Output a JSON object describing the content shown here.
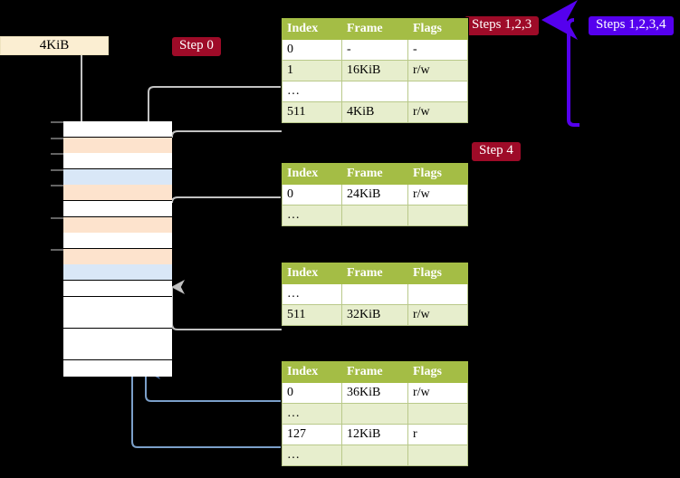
{
  "labels": {
    "size_box": "4KiB",
    "step0": "Step 0",
    "step4": "Step 4",
    "steps123": "Steps 1,2,3",
    "steps1234": "Steps 1,2,3,4"
  },
  "colors": {
    "header_green": "#a4bd45",
    "row_alt_green": "#e7eecd",
    "highlight_yellow": "#ffffac",
    "tag_red": "#9e0b28",
    "tag_blue": "#5500ee",
    "mem_peach": "#fde3cd",
    "mem_blue": "#d9e7f7",
    "size_box_cream": "#fbeed2",
    "gray_connector": "#cccccc",
    "blue_connector": "#7b9fc9"
  },
  "tables": [
    {
      "name": "pml4-table",
      "headers": [
        "Index",
        "Frame",
        "Flags"
      ],
      "rows": [
        {
          "style": "plain",
          "cells": [
            "0",
            "-",
            "-"
          ]
        },
        {
          "style": "alt",
          "cells": [
            "1",
            "16KiB",
            "r/w"
          ]
        },
        {
          "style": "plain",
          "cells": [
            "…",
            "",
            ""
          ]
        },
        {
          "style": "alt",
          "highlight": true,
          "cells": [
            "511",
            "4KiB",
            "r/w"
          ]
        }
      ]
    },
    {
      "name": "pdp-table",
      "headers": [
        "Index",
        "Frame",
        "Flags"
      ],
      "rows": [
        {
          "style": "plain",
          "cells": [
            "0",
            "24KiB",
            "r/w"
          ]
        },
        {
          "style": "alt",
          "cells": [
            "…",
            "",
            ""
          ]
        }
      ]
    },
    {
      "name": "pd-table",
      "headers": [
        "Index",
        "Frame",
        "Flags"
      ],
      "rows": [
        {
          "style": "plain",
          "cells": [
            "…",
            "",
            ""
          ]
        },
        {
          "style": "alt",
          "cells": [
            "511",
            "32KiB",
            "r/w"
          ]
        }
      ]
    },
    {
      "name": "pt-table",
      "headers": [
        "Index",
        "Frame",
        "Flags"
      ],
      "rows": [
        {
          "style": "plain",
          "cells": [
            "0",
            "36KiB",
            "r/w"
          ]
        },
        {
          "style": "alt",
          "cells": [
            "…",
            "",
            ""
          ]
        },
        {
          "style": "plain",
          "cells": [
            "127",
            "12KiB",
            "r"
          ]
        },
        {
          "style": "alt",
          "cells": [
            "…",
            "",
            ""
          ]
        }
      ]
    }
  ],
  "memory_column": {
    "name": "physical-memory-frames",
    "frames": [
      {
        "fill": "white"
      },
      {
        "fill": "peach"
      },
      {
        "fill": "white"
      },
      {
        "fill": "blue"
      },
      {
        "fill": "peach"
      },
      {
        "fill": "white"
      },
      {
        "fill": "peach"
      },
      {
        "fill": "white"
      },
      {
        "fill": "peach"
      },
      {
        "fill": "blue"
      },
      {
        "fill": "white"
      },
      {
        "fill": "white"
      },
      {
        "fill": "white"
      },
      {
        "fill": "white"
      },
      {
        "fill": "white"
      },
      {
        "fill": "white"
      }
    ]
  }
}
